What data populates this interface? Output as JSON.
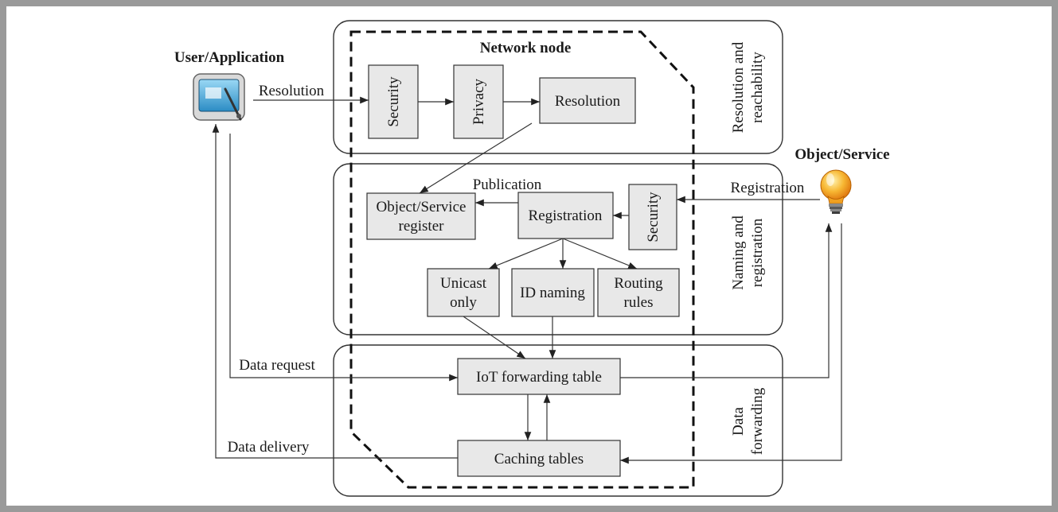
{
  "title": "Network node",
  "actors": {
    "user": "User/Application",
    "object": "Object/Service"
  },
  "regions": {
    "resolution": [
      "Resolution and",
      "reachability"
    ],
    "naming": [
      "Naming and",
      "registration"
    ],
    "forwarding": [
      "Data",
      "forwarding"
    ]
  },
  "boxes": {
    "security1": "Security",
    "privacy": "Privacy",
    "resolution": "Resolution",
    "register": [
      "Object/Service",
      "register"
    ],
    "registration": "Registration",
    "security2": "Security",
    "unicast": [
      "Unicast",
      "only"
    ],
    "idnaming": "ID naming",
    "routing": [
      "Routing",
      "rules"
    ],
    "fwdtable": "IoT forwarding table",
    "caching": "Caching tables"
  },
  "flows": {
    "resolution": "Resolution",
    "registration": "Registration",
    "publication": "Publication",
    "data_request": "Data request",
    "data_delivery": "Data delivery"
  },
  "colors": {
    "frame": "#9a9a9a",
    "box_fill": "#e8e8e8",
    "stroke": "#333333",
    "bulb": "#f5a623"
  }
}
